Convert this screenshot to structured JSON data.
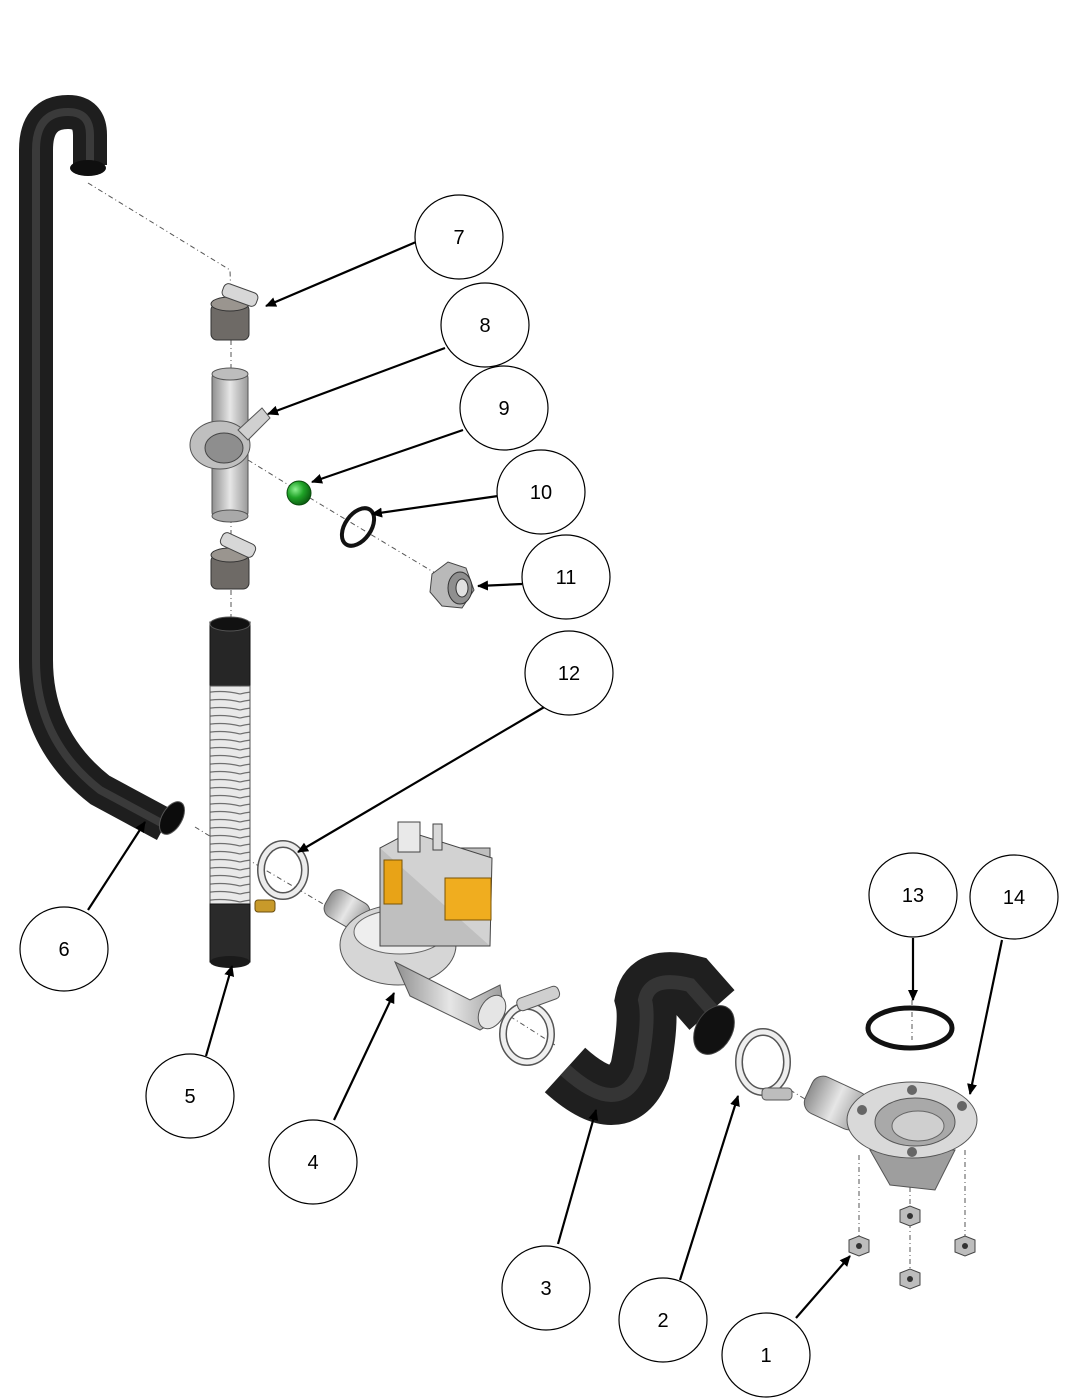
{
  "diagram": {
    "callouts": [
      {
        "id": "c1",
        "label": "1"
      },
      {
        "id": "c2",
        "label": "2"
      },
      {
        "id": "c3",
        "label": "3"
      },
      {
        "id": "c4",
        "label": "4"
      },
      {
        "id": "c5",
        "label": "5"
      },
      {
        "id": "c6",
        "label": "6"
      },
      {
        "id": "c7",
        "label": "7"
      },
      {
        "id": "c8",
        "label": "8"
      },
      {
        "id": "c9",
        "label": "9"
      },
      {
        "id": "c10",
        "label": "10"
      },
      {
        "id": "c11",
        "label": "11"
      },
      {
        "id": "c12",
        "label": "12"
      },
      {
        "id": "c13",
        "label": "13"
      },
      {
        "id": "c14",
        "label": "14"
      }
    ],
    "colors": {
      "hose": "#2b2b2b",
      "metal": "#c9c9c9",
      "ball": "#1fa327",
      "coil": "#e8a317",
      "outline": "#000000"
    }
  }
}
